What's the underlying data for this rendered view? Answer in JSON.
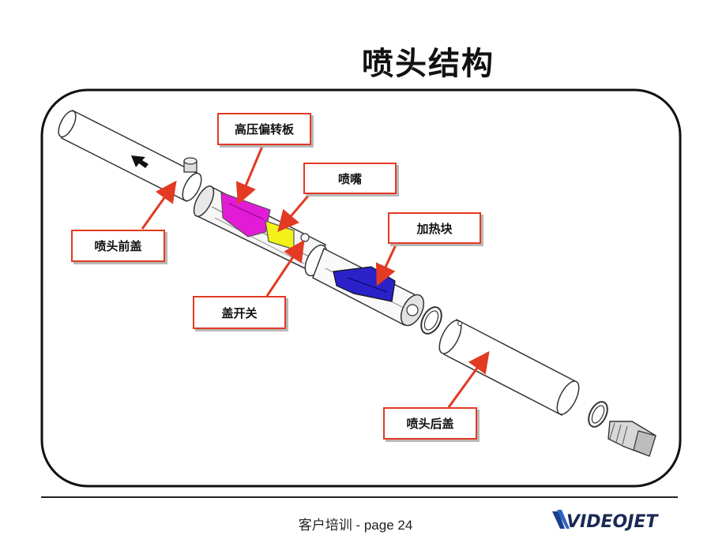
{
  "title": "喷头结构",
  "labels": {
    "deflector_plate": "高压偏转板",
    "nozzle": "喷嘴",
    "heater_block": "加热块",
    "front_cover": "喷头前盖",
    "cover_switch": "盖开关",
    "rear_cover": "喷头后盖"
  },
  "footer": {
    "text": "客户培训 - page 24"
  },
  "logo": {
    "text": "VIDEOJET"
  },
  "colors": {
    "accent_red": "#e23a23",
    "deflector_magenta": "#e21bd6",
    "nozzle_yellow": "#f2f21a",
    "heater_blue": "#2a22c8"
  }
}
